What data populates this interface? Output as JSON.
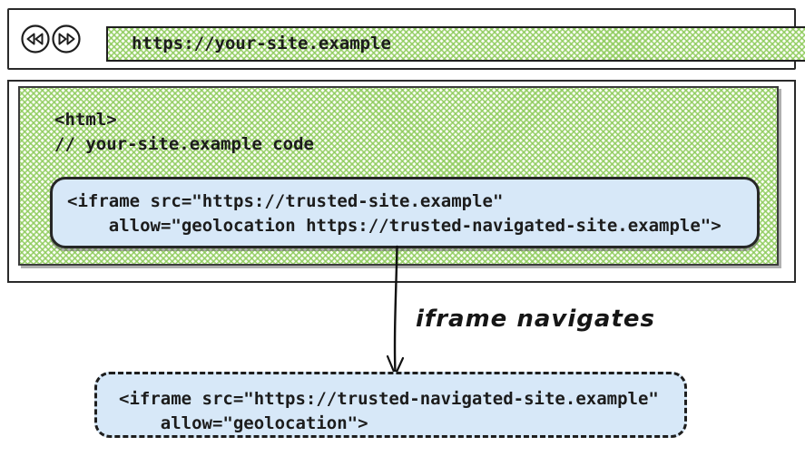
{
  "diagram": {
    "browser": {
      "back_icon": "rewind-double-arrow",
      "forward_icon": "fast-forward-double-arrow",
      "url": "https://your-site.example"
    },
    "site_code": {
      "lines": [
        "<html>",
        "// your-site.example code"
      ]
    },
    "embedded_iframe": {
      "lines": [
        "<iframe src=\"https://trusted-site.example\"",
        "    allow=\"geolocation https://trusted-navigated-site.example\">"
      ]
    },
    "arrow_label": "iframe navigates",
    "navigated_iframe": {
      "lines": [
        "<iframe src=\"https://trusted-navigated-site.example\"",
        "    allow=\"geolocation\">"
      ]
    },
    "colors": {
      "hatch_green": "#8dcb5b",
      "panel_blue": "#d7e8f8",
      "ink": "#1c1c1c"
    }
  }
}
